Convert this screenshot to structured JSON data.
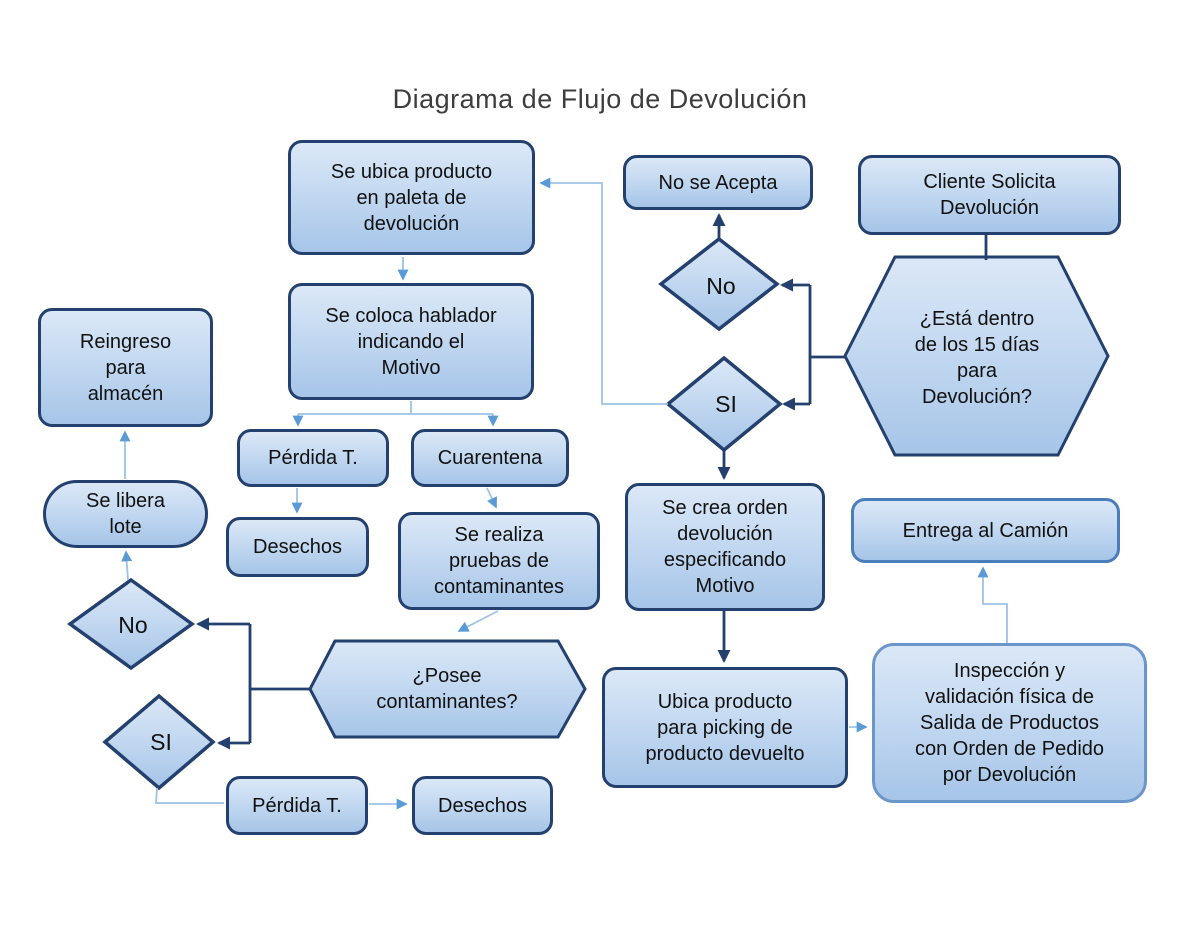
{
  "title": "Diagrama de Flujo de Devolución",
  "colors": {
    "background": "#ffffff",
    "title_text": "#3d3d3d",
    "node_text": "#111111",
    "shape_border_dark": "#24406e",
    "shape_border_medium": "#6b96c9",
    "shape_border_light": "#4a7ebb",
    "shape_fill_top": "#dbe8f7",
    "shape_fill_bottom": "#a6c5e8",
    "connector_dark": "#24406e",
    "connector_light": "#9dc3e6",
    "arrowhead_light": "#5b9bd5"
  },
  "nodes": {
    "se_ubica_producto": {
      "shape": "rounded-rect",
      "label": "Se ubica producto\nen paleta de\ndevolución"
    },
    "no_se_acepta": {
      "shape": "rounded-rect",
      "label": "No se Acepta"
    },
    "cliente_solicita_devolucion": {
      "shape": "rounded-rect",
      "label": "Cliente Solicita\nDevolución"
    },
    "esta_dentro_15_dias": {
      "shape": "hexagon",
      "label": "¿Está dentro\nde los 15 días\npara\nDevolución?"
    },
    "no_decision_right": {
      "shape": "diamond",
      "label": "No"
    },
    "si_decision_right": {
      "shape": "diamond",
      "label": "SI"
    },
    "se_coloca_hablador": {
      "shape": "rounded-rect",
      "label": "Se coloca hablador\nindicando el\nMotivo"
    },
    "perdida_t_superior": {
      "shape": "rounded-rect",
      "label": "Pérdida T."
    },
    "cuarentena": {
      "shape": "rounded-rect",
      "label": "Cuarentena"
    },
    "desechos_superior": {
      "shape": "rounded-rect",
      "label": "Desechos"
    },
    "se_realiza_pruebas": {
      "shape": "rounded-rect",
      "label": "Se realiza\npruebas de\ncontaminantes"
    },
    "reingreso_almacen": {
      "shape": "rounded-rect",
      "label": "Reingreso\npara\nalmacén"
    },
    "se_libera_lote": {
      "shape": "stadium",
      "label": "Se libera\nlote"
    },
    "no_decision_left": {
      "shape": "diamond",
      "label": "No"
    },
    "si_decision_left": {
      "shape": "diamond",
      "label": "SI"
    },
    "posee_contaminantes": {
      "shape": "hexagon",
      "label": "¿Posee\ncontaminantes?"
    },
    "se_crea_orden": {
      "shape": "rounded-rect",
      "label": "Se crea orden\ndevolución\nespecificando\nMotivo"
    },
    "entrega_camion": {
      "shape": "rounded-rect",
      "label": "Entrega al Camión"
    },
    "ubica_producto_picking": {
      "shape": "rounded-rect",
      "label": "Ubica producto\npara picking de\nproducto devuelto"
    },
    "inspeccion_validacion": {
      "shape": "rounded-rect",
      "label": "Inspección y\nvalidación física de\nSalida de Productos\ncon Orden de Pedido\npor Devolución"
    },
    "perdida_t_inferior": {
      "shape": "rounded-rect",
      "label": "Pérdida T."
    },
    "desechos_inferior": {
      "shape": "rounded-rect",
      "label": "Desechos"
    }
  },
  "edges": [
    {
      "from": "cliente_solicita_devolucion",
      "to": "esta_dentro_15_dias"
    },
    {
      "from": "esta_dentro_15_dias",
      "to": "no_decision_right"
    },
    {
      "from": "esta_dentro_15_dias",
      "to": "si_decision_right"
    },
    {
      "from": "no_decision_right",
      "to": "no_se_acepta"
    },
    {
      "from": "si_decision_right",
      "to": "se_ubica_producto"
    },
    {
      "from": "si_decision_right",
      "to": "se_crea_orden"
    },
    {
      "from": "se_ubica_producto",
      "to": "se_coloca_hablador"
    },
    {
      "from": "se_coloca_hablador",
      "to": "perdida_t_superior"
    },
    {
      "from": "se_coloca_hablador",
      "to": "cuarentena"
    },
    {
      "from": "perdida_t_superior",
      "to": "desechos_superior"
    },
    {
      "from": "cuarentena",
      "to": "se_realiza_pruebas"
    },
    {
      "from": "se_realiza_pruebas",
      "to": "posee_contaminantes"
    },
    {
      "from": "posee_contaminantes",
      "to": "no_decision_left"
    },
    {
      "from": "posee_contaminantes",
      "to": "si_decision_left"
    },
    {
      "from": "no_decision_left",
      "to": "se_libera_lote"
    },
    {
      "from": "se_libera_lote",
      "to": "reingreso_almacen"
    },
    {
      "from": "si_decision_left",
      "to": "perdida_t_inferior"
    },
    {
      "from": "perdida_t_inferior",
      "to": "desechos_inferior"
    },
    {
      "from": "se_crea_orden",
      "to": "ubica_producto_picking"
    },
    {
      "from": "ubica_producto_picking",
      "to": "inspeccion_validacion"
    },
    {
      "from": "inspeccion_validacion",
      "to": "entrega_camion"
    }
  ]
}
